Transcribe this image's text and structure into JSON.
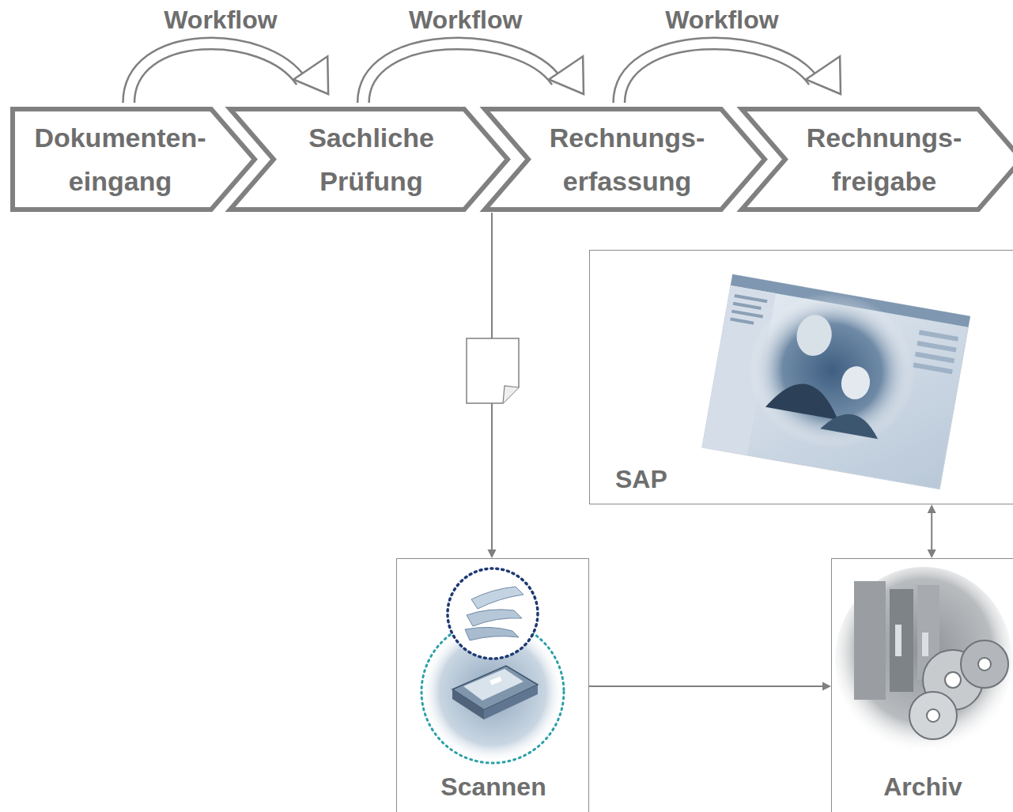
{
  "diagram": {
    "nodes": [
      {
        "text": [
          "Dokumenten- eingang"
        ]
      },
      {
        "text": [
          "Sachliche Prüfung"
        ]
      },
      {
        "text": [
          "Rechnungs- erfassung"
        ]
      },
      {
        "text": [
          "Rechnungs- freigabe"
        ]
      },
      {
        "text": [
          "SAP"
        ]
      },
      {
        "text": [
          "Scannen"
        ]
      },
      {
        "text": [
          "Archiv"
        ]
      }
    ],
    "edges": [
      {
        "from": 0,
        "to": 1,
        "label": "Workflow",
        "arrow": "to"
      },
      {
        "from": 1,
        "to": 2,
        "label": "Workflow",
        "arrow": "to"
      },
      {
        "from": 2,
        "to": 3,
        "label": "Workflow",
        "arrow": "to"
      },
      {
        "from": 2,
        "to": 5,
        "arrow": "to"
      },
      {
        "from": 5,
        "to": 6,
        "arrow": "to"
      },
      {
        "from": 4,
        "to": 6,
        "arrow": "both"
      }
    ]
  }
}
